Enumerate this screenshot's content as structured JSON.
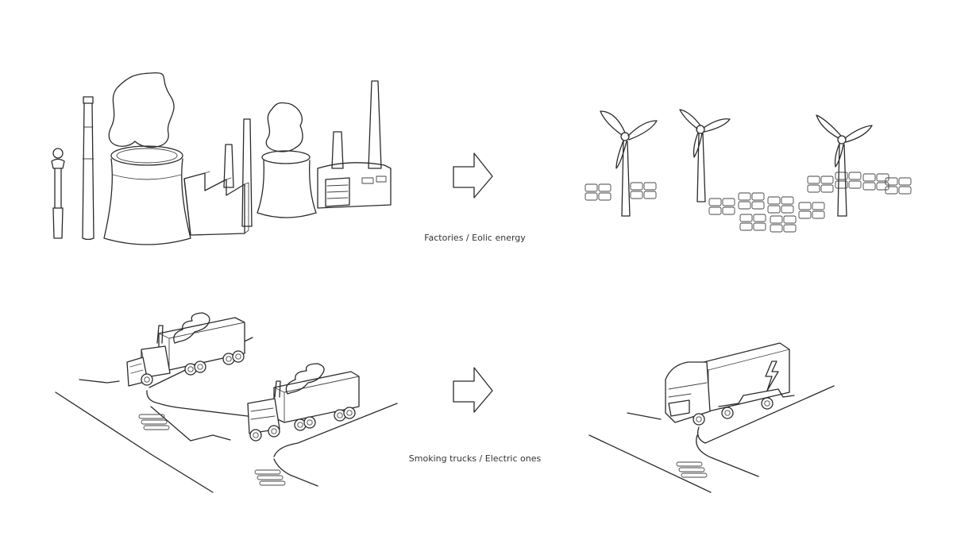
{
  "captions": {
    "row1": "Factories / Eolic energy",
    "row2": "Smoking trucks / Electric ones"
  },
  "colors": {
    "background": "#ffffff",
    "ink": "#2a2a2a",
    "caption_text": "#333333"
  },
  "icons": [
    "factory-illustration",
    "arrow-right-icon",
    "wind-turbine-illustration",
    "solar-panel-illustration",
    "smoking-truck-illustration",
    "electric-truck-illustration",
    "lightning-bolt-icon"
  ]
}
